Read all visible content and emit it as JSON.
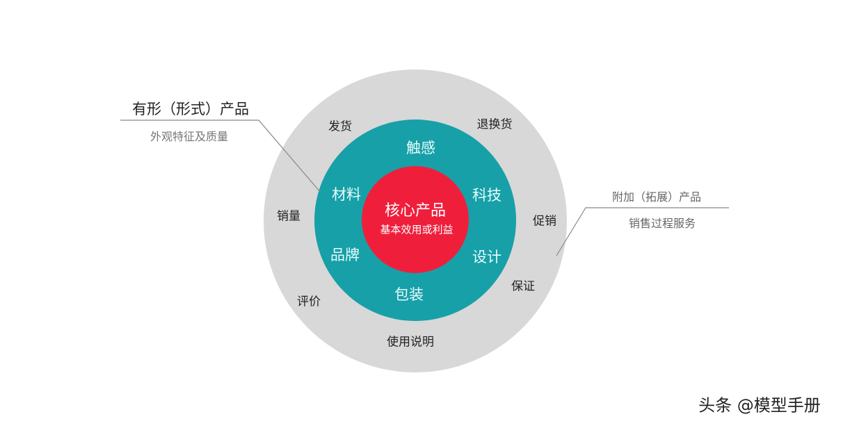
{
  "colors": {
    "outer_ring": "#d8d8d8",
    "middle_ring": "#17a0a8",
    "core": "#ef1f3c"
  },
  "core": {
    "title": "核心产品",
    "subtitle": "基本效用或利益"
  },
  "middle_ring": [
    "触感",
    "科技",
    "设计",
    "包装",
    "品牌",
    "材料"
  ],
  "outer_ring": [
    "发货",
    "退换货",
    "促销",
    "保证",
    "使用说明",
    "评价",
    "销量"
  ],
  "left_callout": {
    "title": "有形（形式）产品",
    "subtitle": "外观特征及质量"
  },
  "right_callout": {
    "title": "附加（拓展）产品",
    "subtitle": "销售过程服务"
  },
  "watermark": "头条 @模型手册"
}
